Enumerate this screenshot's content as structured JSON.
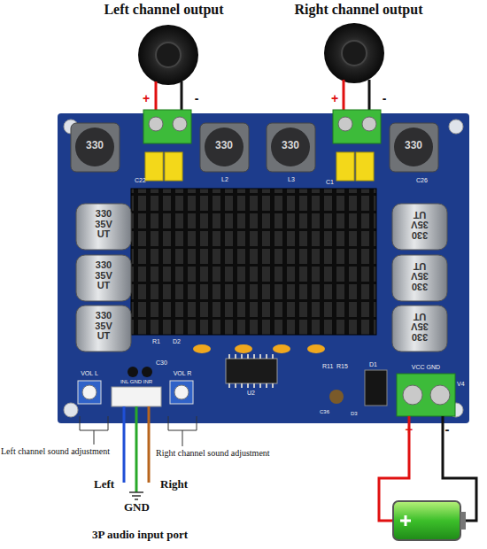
{
  "diagram": {
    "labels": [
      "Left channel output",
      "Right channel output",
      "+",
      "-",
      "+",
      "-",
      "330",
      "330",
      "330",
      "330",
      "C22",
      "L2",
      "L3",
      "C1",
      "C26",
      "330 35V UT",
      "330 35V UT",
      "330 35V UT",
      "330 35V UT",
      "330 35V UT",
      "330 35V UT",
      "R1",
      "D2",
      "VOL L",
      "C30",
      "VOL R",
      "INL GND INR",
      "R11",
      "R15",
      "D1",
      "VCC GND",
      "V4",
      "U2",
      "C36",
      "D3",
      "+",
      "-",
      "Left channel sound adjustment",
      "Right channel sound adjustment",
      "Left",
      "Right",
      "GND",
      "3P audio input port"
    ]
  }
}
